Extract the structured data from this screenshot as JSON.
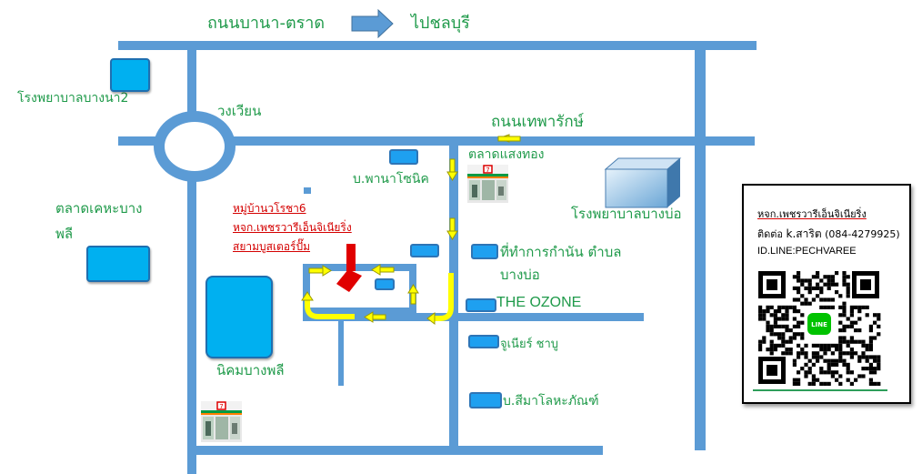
{
  "header": {
    "road_name": "ถนนบานา-ตราด",
    "destination": "ไปชลบุรี"
  },
  "labels": {
    "hospital_bangna2": "โรงพยาบาลบางนา2",
    "roundabout": "วงเวียน",
    "thepharak_road": "ถนนเทพารักษ์",
    "market_saengthong": "ตลาดแสงทอง",
    "panasonic": "บ.พานาโซนิค",
    "hospital_bangbo": "โรงพยาบาลบางบ่อ",
    "market_kheha_line1": "ตลาดเคหะบาง",
    "market_kheha_line2": "พลี",
    "village": "หมู่บ้านวโรชา6",
    "company_name": "หจก.เพชรวารีเอ็นจิเนียริ่ง",
    "company_pump": "สยามบูสเตอร์ปั๊ม",
    "district_office_line1": "ที่ทำการกำนัน ตำบล",
    "district_office_line2": "บางบ่อ",
    "the_ozone": "THE OZONE",
    "junior": "จูเนียร์ ชาบู",
    "simaro": "บ.สีมาโลหะภัณฑ์",
    "industrial_estate": "นิคมบางพลี"
  },
  "contact": {
    "company": "หจก.เพชรวารีเอ็นจิเนียริ่ง",
    "contact_prefix": "ติดต่อ",
    "contact_name": "k.สาริต",
    "phone": "(084-4279925)",
    "line_id": "ID.LINE:PECHVAREE",
    "line_badge": "LINE"
  },
  "icons": {
    "direction_arrow": "right-arrow-icon",
    "destination_marker": "red-down-arrow-icon",
    "route_arrows": "yellow-arrow-icon",
    "store_photo": "storefront-photo-icon",
    "hospital_building": "building-icon",
    "qr_code": "qr-code-icon",
    "line_logo": "line-logo-icon"
  },
  "colors": {
    "road": "#5b9bd5",
    "place_label": "#1f9a4a",
    "building": "#00b0f0",
    "route": "#ffff00",
    "destination": "#e00000",
    "line_green": "#00c300"
  }
}
